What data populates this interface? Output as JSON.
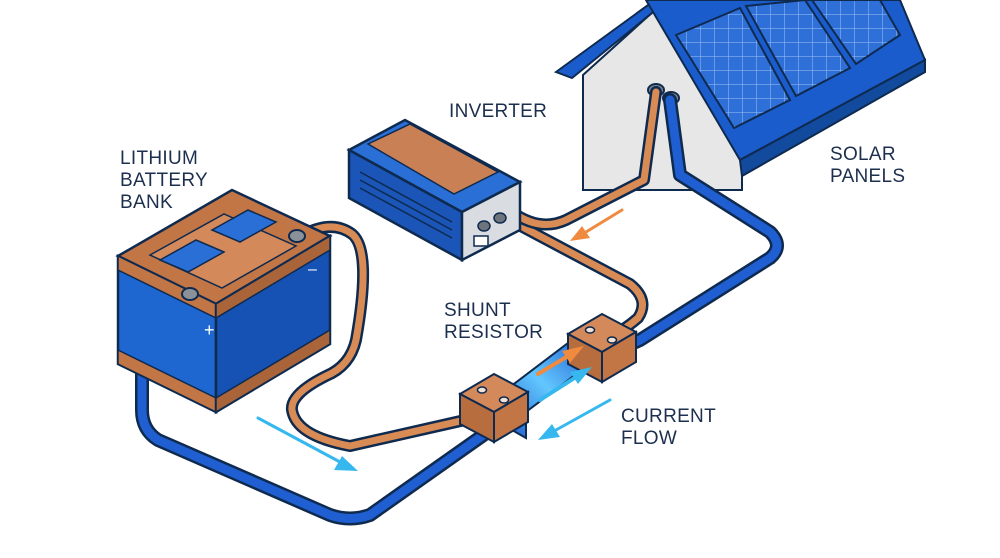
{
  "labels": {
    "battery": [
      "LITHIUM",
      "BATTERY",
      "BANK"
    ],
    "inverter": [
      "INVERTER"
    ],
    "solar": [
      "SOLAR",
      "PANELS"
    ],
    "shunt": [
      "SHUNT",
      "RESISTOR"
    ],
    "current": [
      "CURRENT",
      "FLOW"
    ]
  },
  "battery": {
    "plus_symbol": "+",
    "minus_symbol": "–"
  },
  "colors": {
    "cable_blue": "#1f5fd1",
    "cable_copper": "#d98b55",
    "outline": "#0f2a4f",
    "device_blue": "#1e66d0",
    "copper": "#c27545",
    "arrow_orange": "#ef8a3e",
    "arrow_cyan": "#36b8ef",
    "roof_blue": "#1b5ccc",
    "house_wall": "#e7e7e7"
  }
}
